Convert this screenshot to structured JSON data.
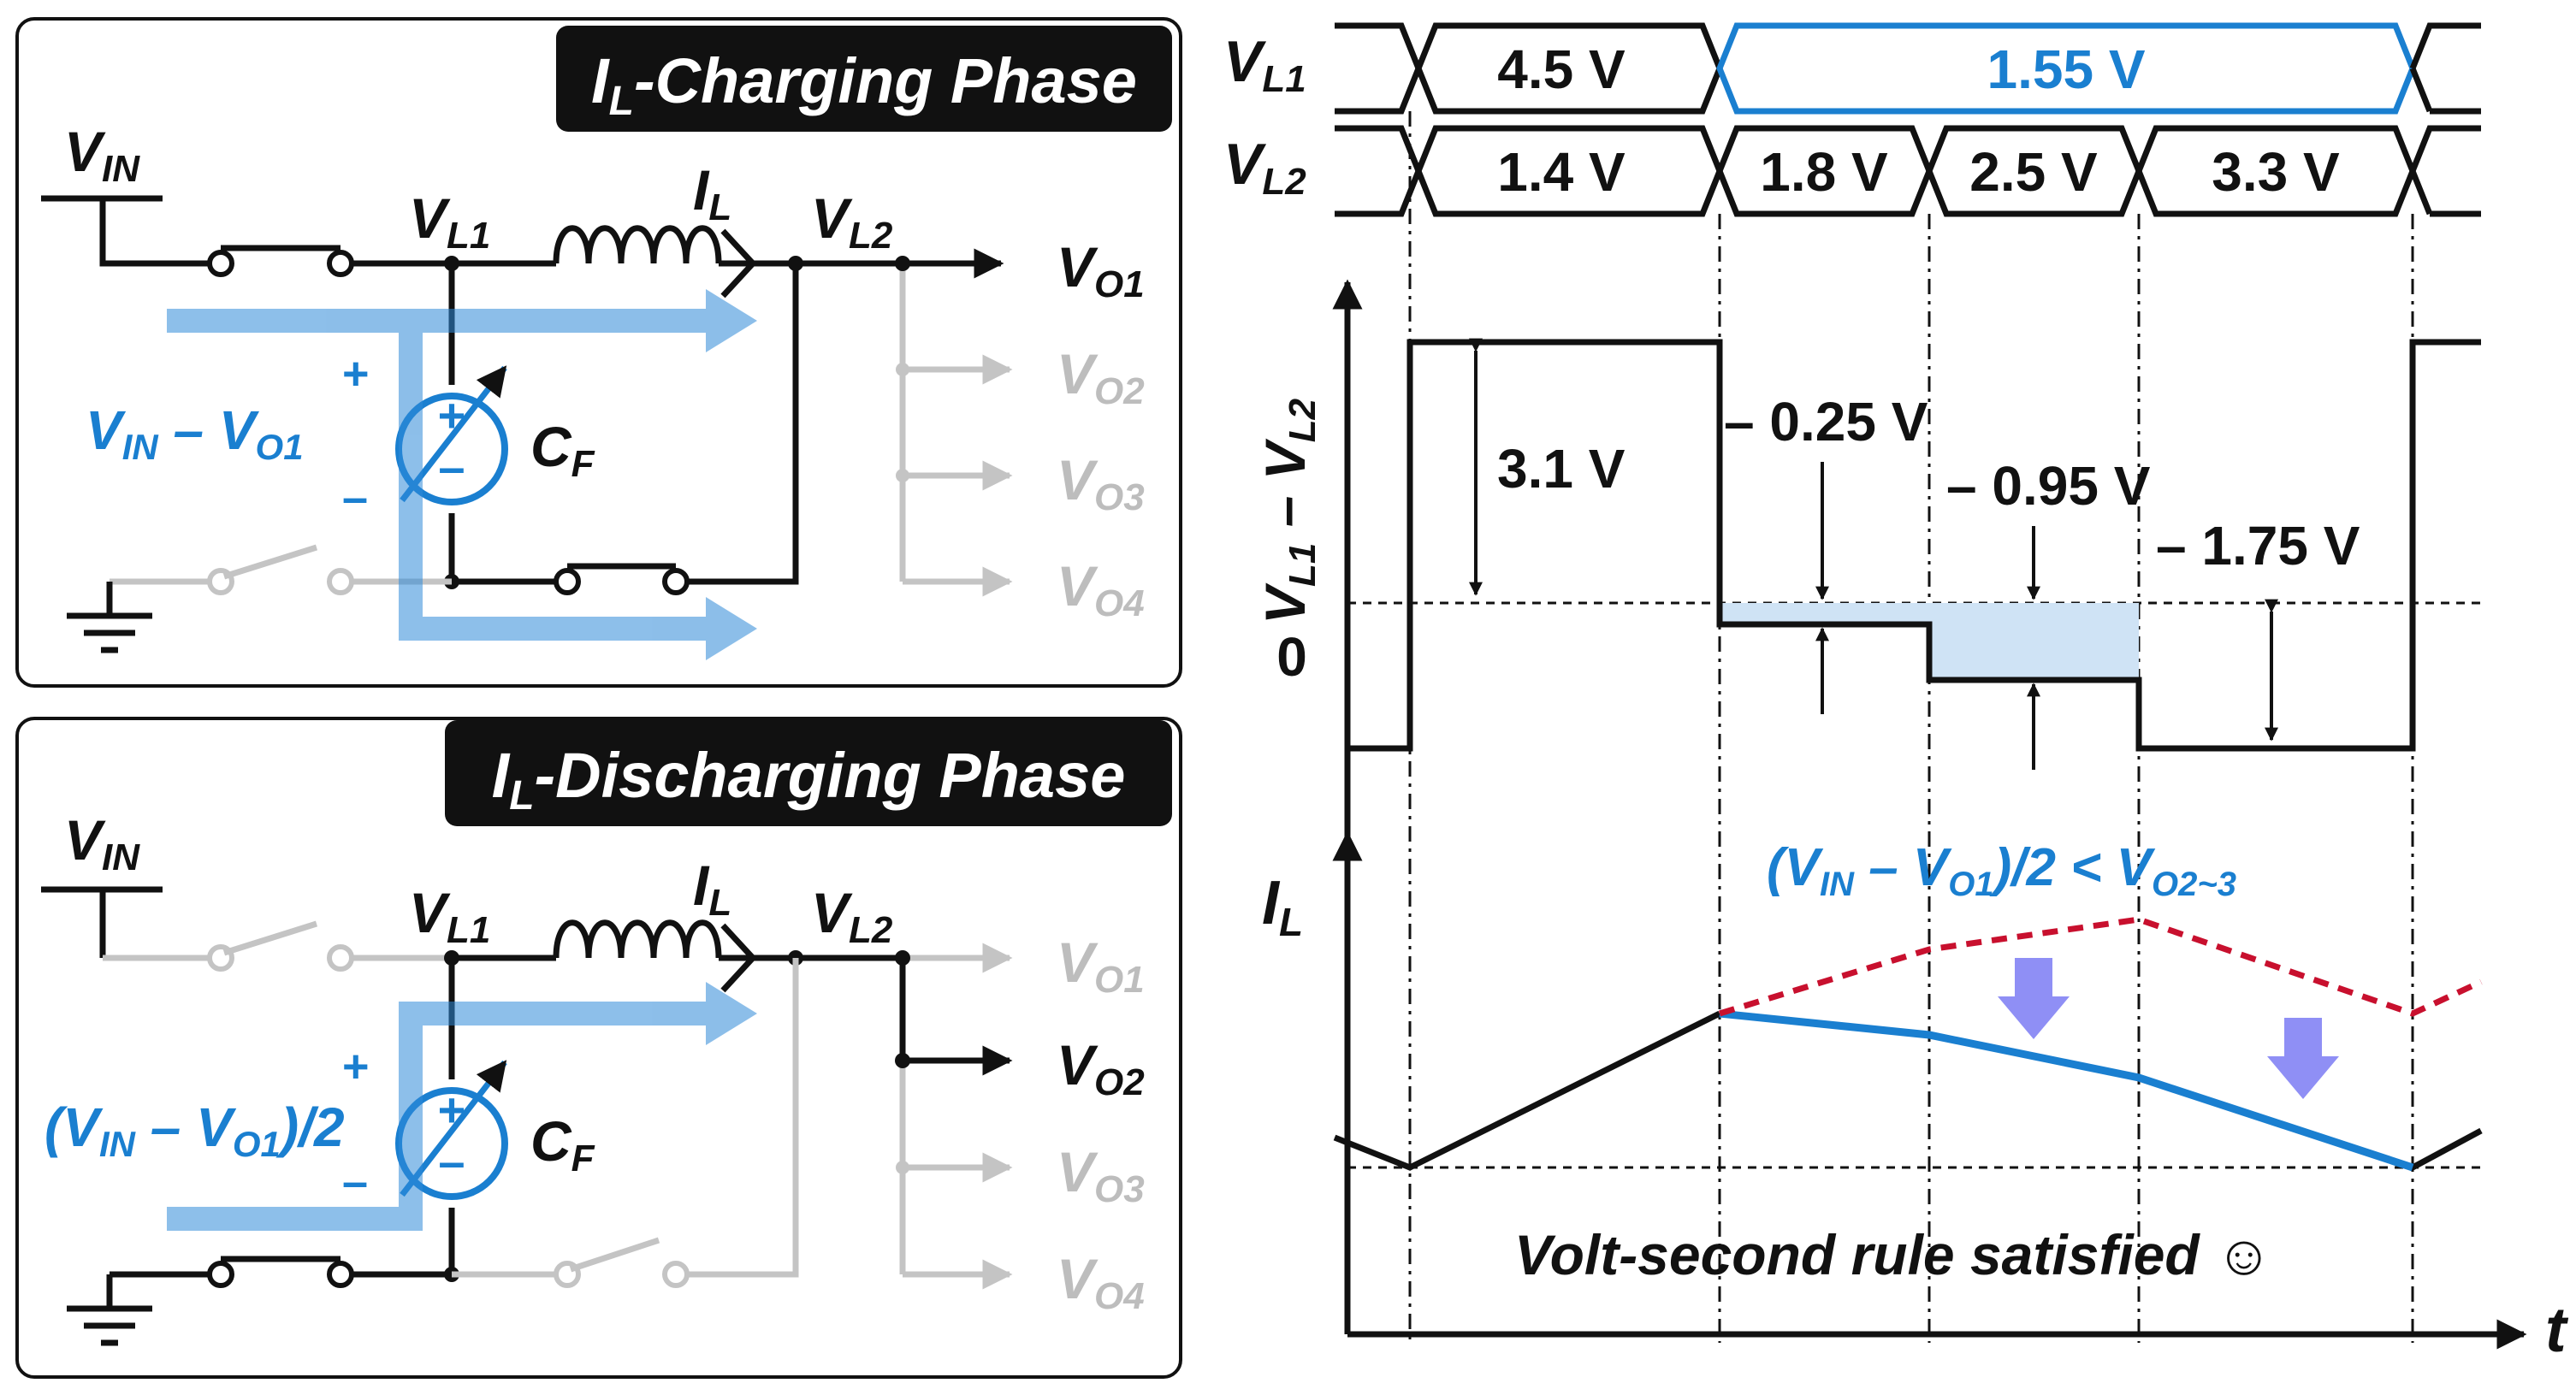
{
  "colors": {
    "accent_blue": "#1a7fd0",
    "flow_blue": "#7fb8e6",
    "dashed_red": "#c8102e",
    "arrow_purple": "#8f8ff5",
    "fill_light_blue": "#cfe3f5",
    "gray": "#c4c4c4"
  },
  "panel_charging": {
    "title_main": "I",
    "title_sub": "L",
    "title_rest": "-Charging Phase",
    "vin_main": "V",
    "vin_sub": "IN",
    "vl1_main": "V",
    "vl1_sub": "L1",
    "il_main": "I",
    "il_sub": "L",
    "vl2_main": "V",
    "vl2_sub": "L2",
    "vo1_main": "V",
    "vo1_sub": "O1",
    "vo2_main": "V",
    "vo2_sub": "O2",
    "vo3_main": "V",
    "vo3_sub": "O3",
    "vo4_main": "V",
    "vo4_sub": "O4",
    "cf_main": "C",
    "cf_sub": "F",
    "plus": "+",
    "minus": "–",
    "src_v1": "V",
    "src_s1": "IN",
    "src_mid": " – V",
    "src_s2": "O1"
  },
  "panel_discharging": {
    "title_main": "I",
    "title_sub": "L",
    "title_rest": "-Discharging Phase",
    "vin_main": "V",
    "vin_sub": "IN",
    "vl1_main": "V",
    "vl1_sub": "L1",
    "il_main": "I",
    "il_sub": "L",
    "vl2_main": "V",
    "vl2_sub": "L2",
    "vo1_main": "V",
    "vo1_sub": "O1",
    "vo2_main": "V",
    "vo2_sub": "O2",
    "vo3_main": "V",
    "vo3_sub": "O3",
    "vo4_main": "V",
    "vo4_sub": "O4",
    "cf_main": "C",
    "cf_sub": "F",
    "plus": "+",
    "minus": "–",
    "src_open": "(V",
    "src_s1": "IN",
    "src_mid": " – V",
    "src_s2": "O1",
    "src_close": ")/2"
  },
  "timing": {
    "vl1_main": "V",
    "vl1_sub": "L1",
    "vl2_main": "V",
    "vl2_sub": "L2",
    "vl1_values": [
      "4.5 V",
      "1.55 V"
    ],
    "vl2_values": [
      "1.4 V",
      "1.8 V",
      "2.5 V",
      "3.3 V"
    ],
    "diff_axis_v1": "V",
    "diff_axis_s1": "L1",
    "diff_axis_mid": " – V",
    "diff_axis_s2": "L2",
    "zero_label": "0",
    "annotations": [
      "3.1 V",
      "– 0.25 V",
      "– 0.95 V",
      "– 1.75 V"
    ],
    "il_axis_main": "I",
    "il_axis_sub": "L",
    "il_note_open": "(V",
    "il_note_s1": "IN",
    "il_note_mid": " – V",
    "il_note_s2": "O1",
    "il_note_mid2": ")/2 < V",
    "il_note_s3": "O2~3",
    "rule_text": "Volt-second rule satisfied ☺",
    "t_label": "t"
  }
}
